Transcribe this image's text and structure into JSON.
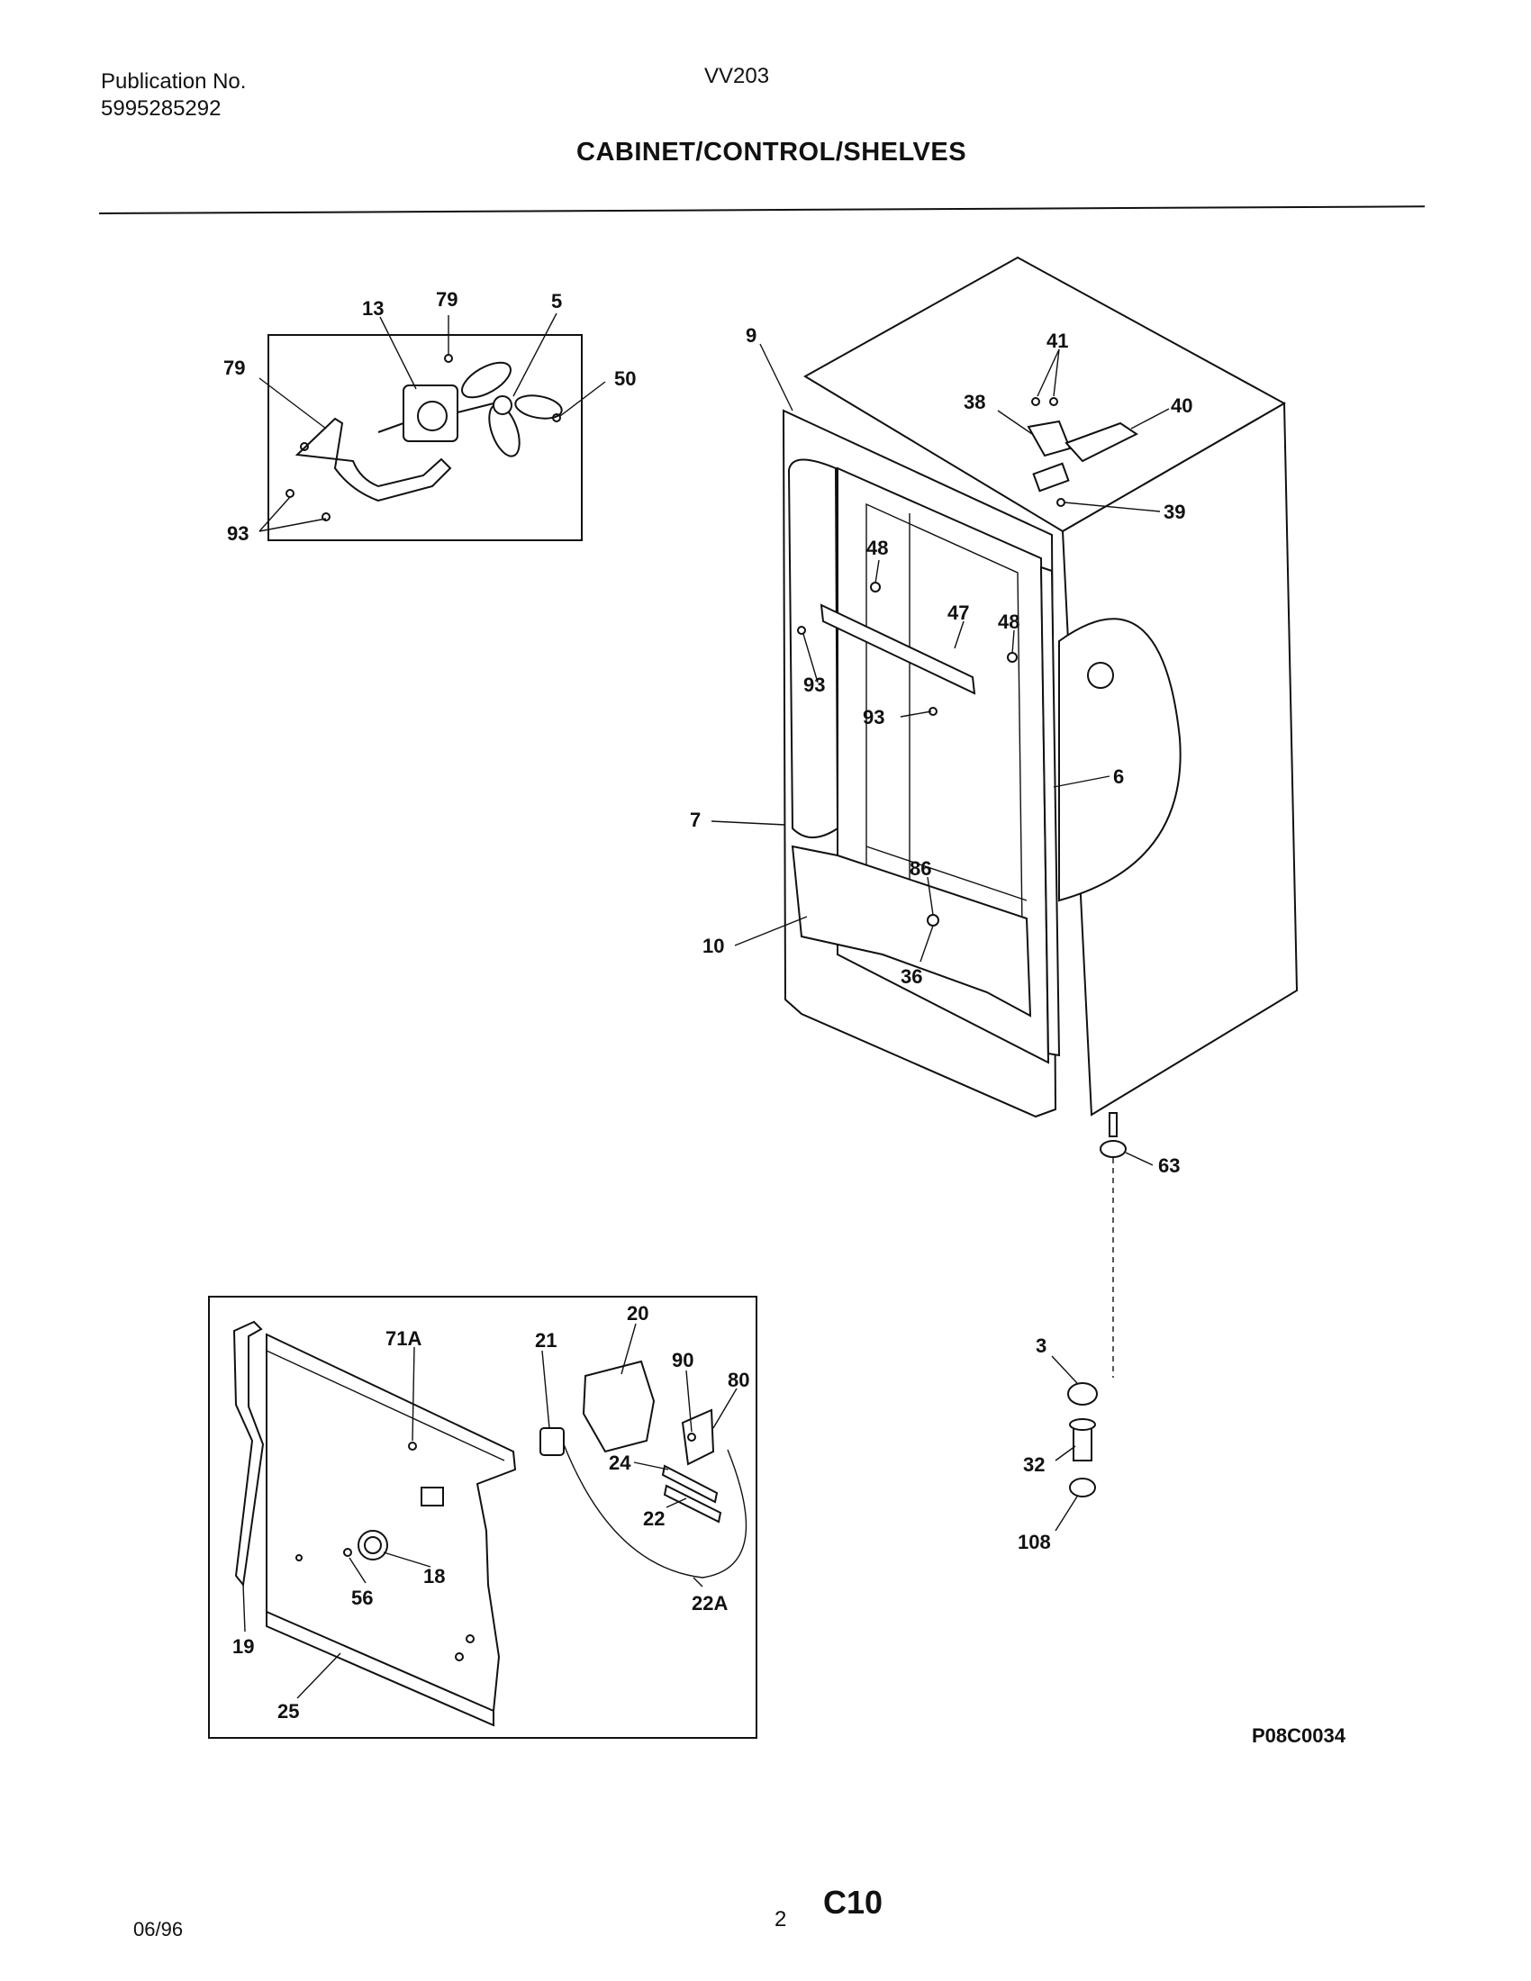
{
  "header": {
    "publication_label": "Publication No.",
    "publication_number": "5995285292",
    "model": "VV203",
    "title": "CABINET/CONTROL/SHELVES"
  },
  "callouts": {
    "fan": [
      "13",
      "79",
      "5",
      "50",
      "79",
      "93"
    ],
    "cabinet": [
      "9",
      "41",
      "38",
      "40",
      "39",
      "48",
      "47",
      "48",
      "93",
      "93",
      "6",
      "7",
      "86",
      "10",
      "36",
      "63"
    ],
    "leg": [
      "3",
      "32",
      "108"
    ],
    "control": [
      "20",
      "71A",
      "21",
      "90",
      "80",
      "24",
      "22",
      "22A",
      "18",
      "56",
      "19",
      "25"
    ]
  },
  "footer": {
    "diagram_code": "P08C0034",
    "date": "06/96",
    "page": "2",
    "section": "C10"
  }
}
